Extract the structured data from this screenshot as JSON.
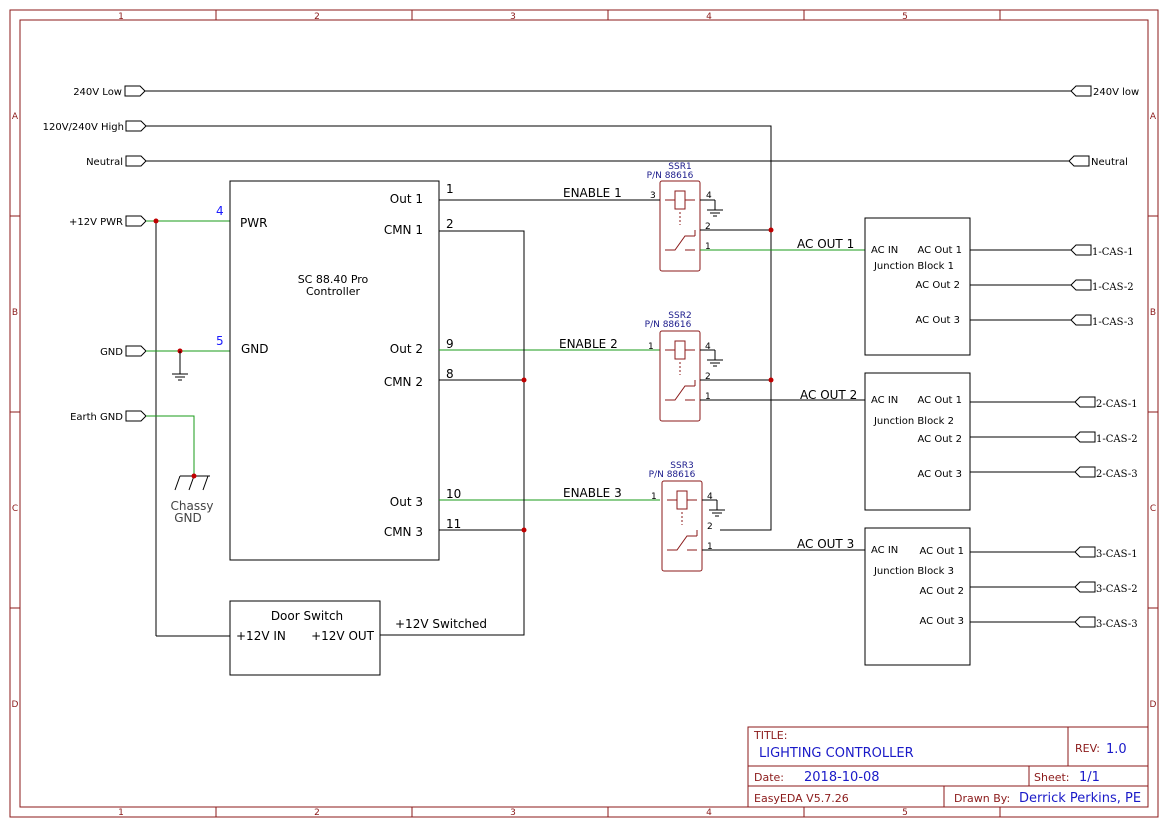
{
  "frame": {
    "columns": [
      "1",
      "2",
      "3",
      "4",
      "5"
    ],
    "rows": [
      "A",
      "B",
      "C",
      "D"
    ]
  },
  "nets": {
    "low_240_left": "240V Low",
    "low_240_right": "240V low",
    "high": "120V/240V High",
    "neutral_left": "Neutral",
    "neutral_right": "Neutral",
    "pwr12": "+12V PWR",
    "gnd": "GND",
    "earth": "Earth GND"
  },
  "chassis": {
    "line1": "Chassy",
    "line2": "GND"
  },
  "controller": {
    "name_line1": "SC 88.40 Pro",
    "name_line2": "Controller",
    "pwr": "PWR",
    "gnd": "GND",
    "pwr_pin": "4",
    "gnd_pin": "5",
    "outputs": [
      {
        "out": "Out 1",
        "cmn": "CMN 1",
        "out_pin": "1",
        "cmn_pin": "2",
        "enable": "ENABLE 1"
      },
      {
        "out": "Out 2",
        "cmn": "CMN 2",
        "out_pin": "9",
        "cmn_pin": "8",
        "enable": "ENABLE 2"
      },
      {
        "out": "Out 3",
        "cmn": "CMN 3",
        "out_pin": "10",
        "cmn_pin": "11",
        "enable": "ENABLE 3"
      }
    ]
  },
  "door_switch": {
    "title": "Door Switch",
    "in": "+12V IN",
    "out": "+12V OUT",
    "switched": "+12V Switched"
  },
  "ssrs": [
    {
      "name": "SSR1",
      "pn": "P/N 88616",
      "pin_in": "3",
      "pin_gnd": "4",
      "pin_2": "2",
      "pin_1": "1",
      "ac_out": "AC OUT 1"
    },
    {
      "name": "SSR2",
      "pn": "P/N 88616",
      "pin_in": "1",
      "pin_gnd": "4",
      "pin_2": "2",
      "pin_1": "1",
      "ac_out": "AC OUT 2"
    },
    {
      "name": "SSR3",
      "pn": "P/N 88616",
      "pin_in": "1",
      "pin_gnd": "4",
      "pin_2": "2",
      "pin_1": "1",
      "ac_out": "AC OUT 3"
    }
  ],
  "junction_blocks": [
    {
      "title": "Junction Block 1",
      "ac_in": "AC IN",
      "outs": [
        "AC Out 1",
        "AC Out 2",
        "AC Out 3"
      ],
      "ports": [
        "1-CAS-1",
        "1-CAS-2",
        "1-CAS-3"
      ]
    },
    {
      "title": "Junction Block 2",
      "ac_in": "AC IN",
      "outs": [
        "AC Out 1",
        "AC Out 2",
        "AC Out 3"
      ],
      "ports": [
        "2-CAS-1",
        "1-CAS-2",
        "2-CAS-3"
      ]
    },
    {
      "title": "Junction Block 3",
      "ac_in": "AC IN",
      "outs": [
        "AC Out 1",
        "AC Out 2",
        "AC Out 3"
      ],
      "ports": [
        "3-CAS-1",
        "3-CAS-2",
        "3-CAS-3"
      ]
    }
  ],
  "title_block": {
    "title_label": "TITLE:",
    "title": "LIGHTING CONTROLLER",
    "rev_label": "REV:",
    "rev": "1.0",
    "date_label": "Date:",
    "date": "2018-10-08",
    "sheet_label": "Sheet:",
    "sheet": "1/1",
    "software": "EasyEDA V5.7.26",
    "drawn_label": "Drawn By:",
    "drawn_by": "Derrick Perkins, PE"
  }
}
